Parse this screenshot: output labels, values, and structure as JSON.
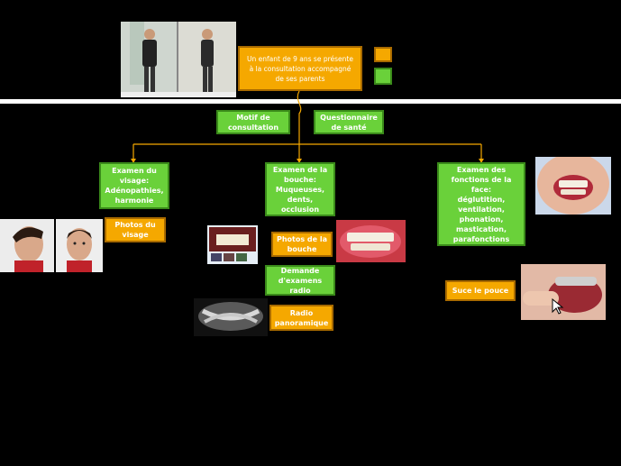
{
  "title_box": "Un enfant de 9 ans se présente\nà la consultation accompagné\nde ses parents",
  "nodes": {
    "motif": "Motif de\nconsultation",
    "questionnaire": "Questionnaire\nde santé",
    "visage": "Examen du\nvisage:\nAdénopathies,\nharmonie",
    "bouche": "Examen de la\nbouche:\nMuqueuses,\ndents,\nocclusion",
    "fonctions": "Examen des\nfonctions de la face:\ndéglutition,\nventilation,\nphonation,\nmastication,\nparafonctions",
    "photos_visage": "Photos du\nvisage",
    "photos_bouche": "Photos de la\nbouche",
    "demande": "Demande\nd'examens\nradio",
    "radio": "Radio\npanoramique",
    "suce": "Suce le pouce"
  },
  "legend": {
    "orange": "#f5a800",
    "green": "#6ad13a"
  },
  "icons": {
    "cursor": "mouse-pointer-icon"
  }
}
